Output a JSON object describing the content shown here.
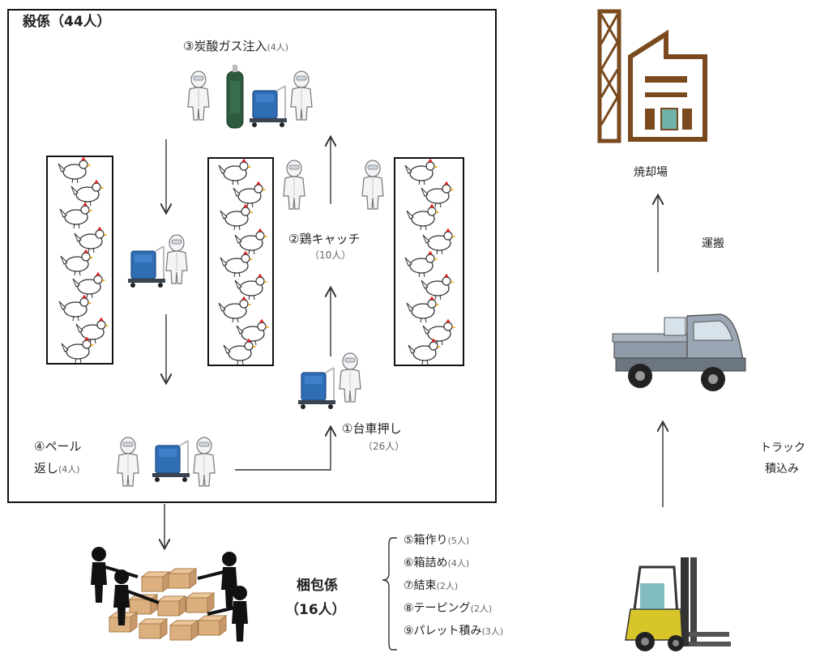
{
  "kill_team": {
    "title": "殺係（44人）",
    "co2": {
      "label": "③炭酸ガス注入",
      "count": "(4人)"
    },
    "catch": {
      "label": "②鶏キャッチ",
      "count": "（10人）"
    },
    "push": {
      "label": "①台車押し",
      "count": "（26人）"
    },
    "pail": {
      "label_line1": "④ペール",
      "label_line2": "返し",
      "count": "(4人)"
    }
  },
  "packing_team": {
    "title_line1": "梱包係",
    "title_line2": "（16人）",
    "tasks": [
      {
        "label": "⑤箱作り",
        "count": "(5人)"
      },
      {
        "label": "⑥箱詰め",
        "count": "(4人)"
      },
      {
        "label": "⑦結束",
        "count": "(2人)"
      },
      {
        "label": "⑧テーピング",
        "count": "(2人)"
      },
      {
        "label": "⑨パレット積み",
        "count": "(3人)"
      }
    ]
  },
  "incinerator": {
    "label": "焼却場"
  },
  "transport": {
    "label": "運搬"
  },
  "truck_loading": {
    "label_line1": "トラック",
    "label_line2": "積込み"
  },
  "colors": {
    "factory": "#7a4a1e",
    "cart": "#2f6db5",
    "gas": "#2e5b3e",
    "forklift": "#d8c52a"
  }
}
